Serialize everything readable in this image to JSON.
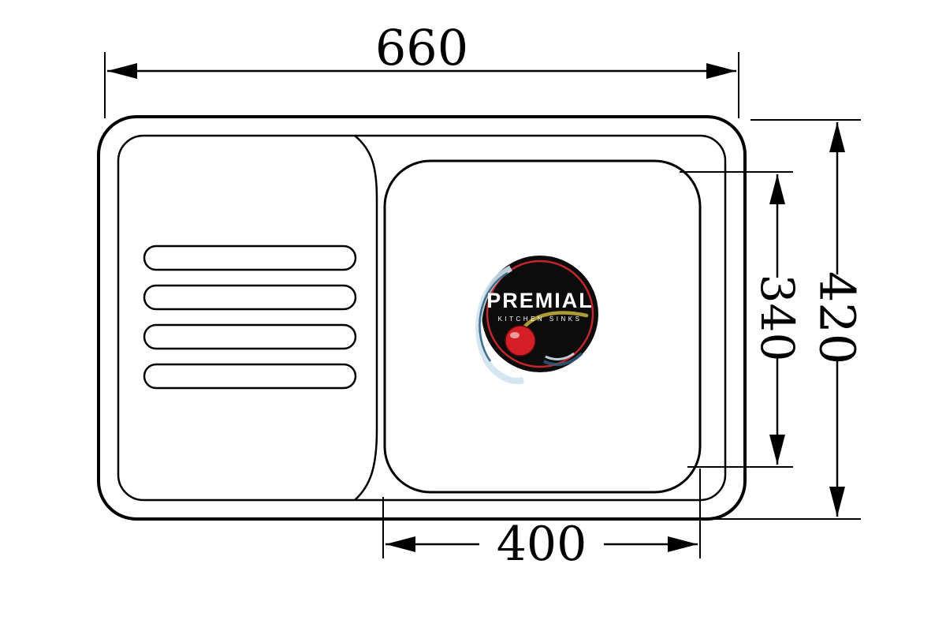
{
  "diagram": {
    "title": "Kitchen sink technical dimension drawing",
    "dimensions": {
      "overall_width": "660",
      "overall_height": "420",
      "bowl_height": "340",
      "bowl_width": "400"
    },
    "logo": {
      "brand": "PREMIAL",
      "tagline": "KITCHEN SINKS"
    },
    "colors": {
      "line": "#000000",
      "background": "#ffffff",
      "logo_background": "#0c0c0c",
      "logo_ring": "#c1272d",
      "cherry": "#d41f26",
      "stem": "#ad9b33",
      "splash_light": "#cfe3ee",
      "splash_dark": "#33607f"
    }
  }
}
